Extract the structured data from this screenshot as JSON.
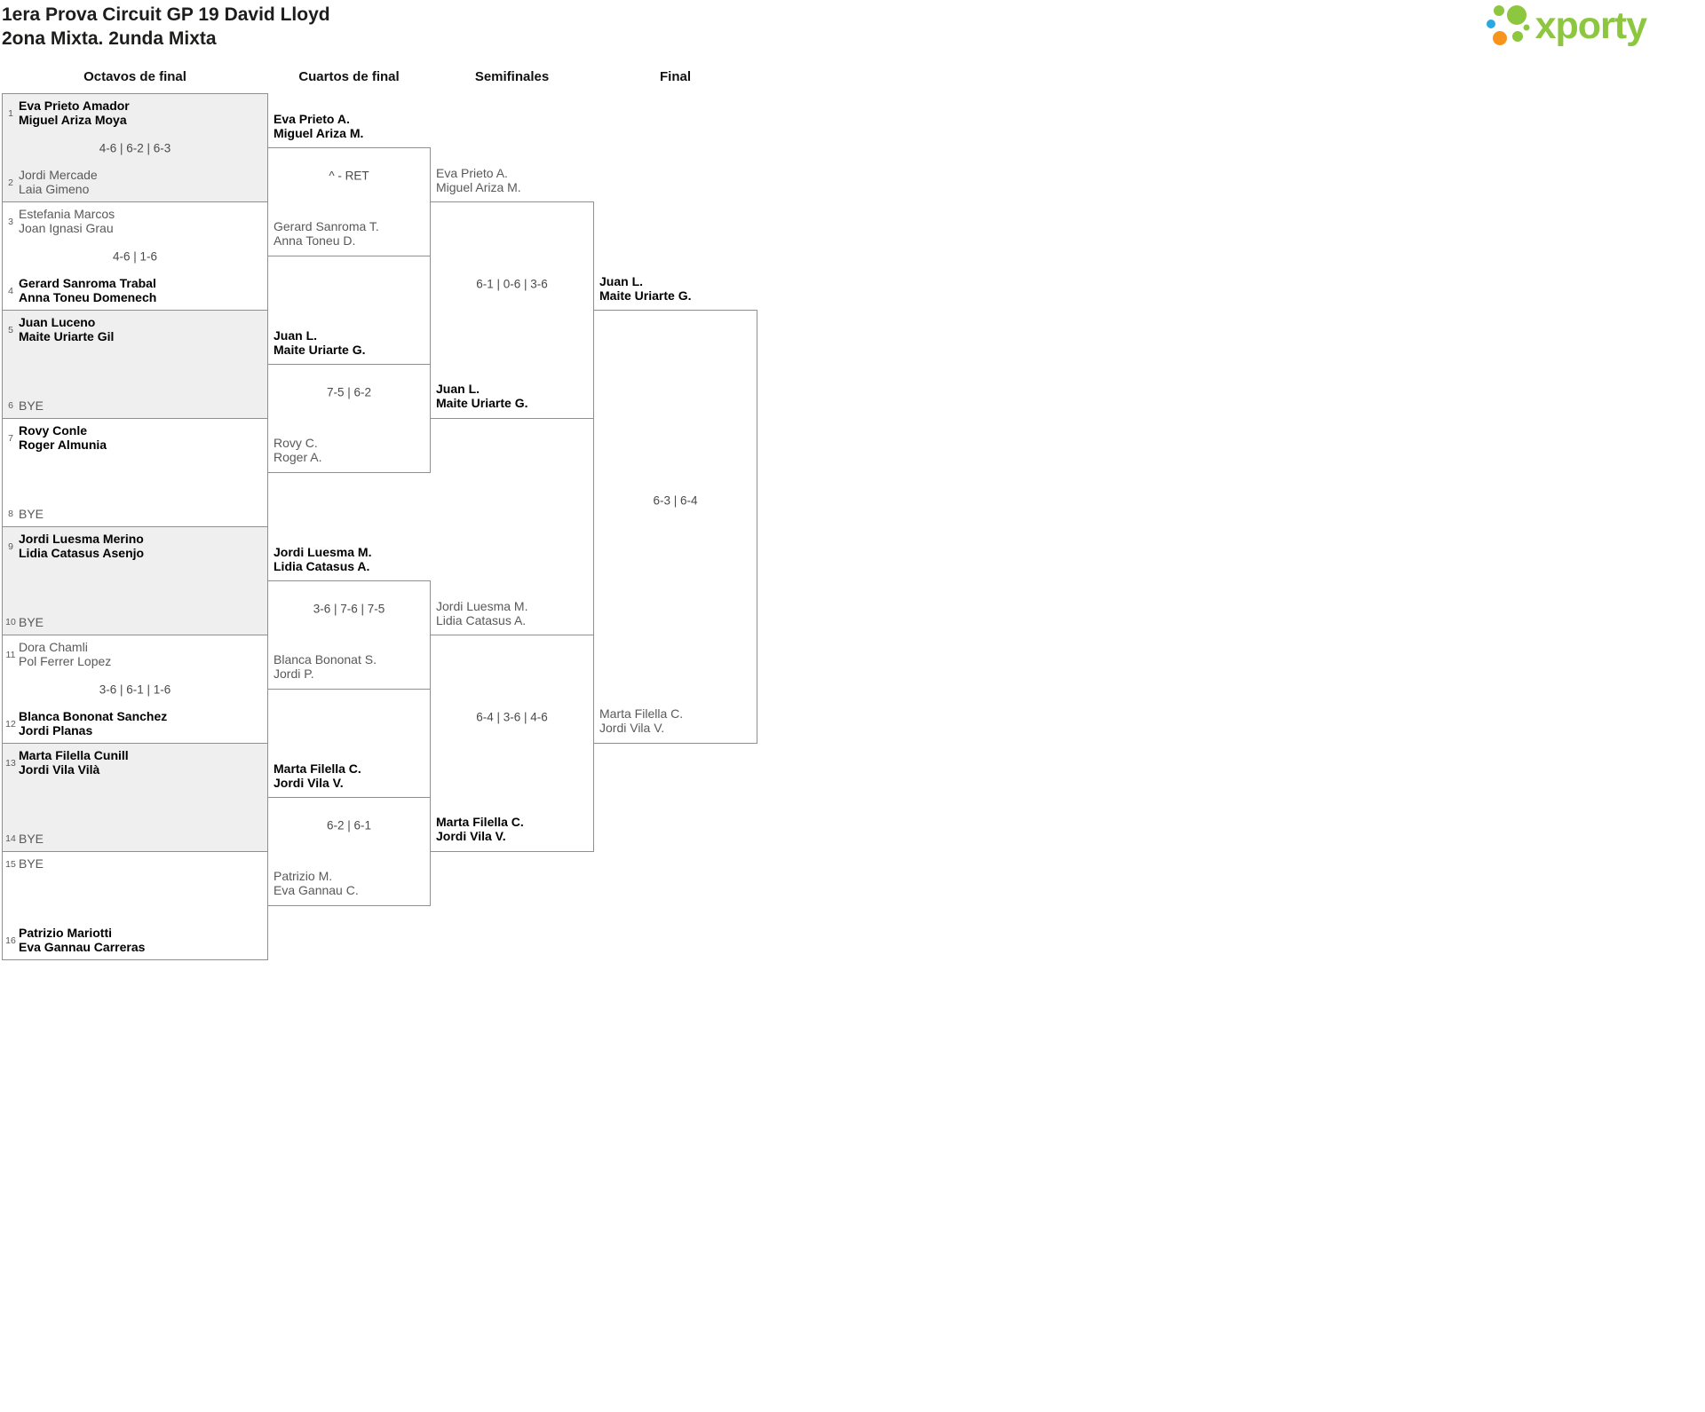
{
  "header": {
    "title_line1": "1era Prova Circuit GP 19 David Lloyd",
    "title_line2": "2ona Mixta. 2unda Mixta",
    "logo_text": "xporty"
  },
  "round_headers": [
    "Octavos de final",
    "Cuartos de final",
    "Semifinales",
    "Final"
  ],
  "colors": {
    "shaded_row": "#efefef",
    "border": "#8f8f8f",
    "winner_text": "#000000",
    "normal_text": "#58595b",
    "logo_green": "#8dc63f",
    "logo_orange": "#f7941e",
    "logo_blue": "#27aae1"
  },
  "rounds": {
    "octavos": [
      {
        "shaded": true,
        "a": {
          "seed": "1",
          "lines": [
            "Eva Prieto Amador",
            "Miguel Ariza Moya"
          ],
          "winner": true
        },
        "score": "4-6 | 6-2 | 6-3",
        "b": {
          "seed": "2",
          "lines": [
            "Jordi Mercade",
            "Laia Gimeno"
          ],
          "winner": false
        }
      },
      {
        "shaded": false,
        "a": {
          "seed": "3",
          "lines": [
            "Estefania Marcos",
            "Joan Ignasi Grau"
          ],
          "winner": false
        },
        "score": "4-6 | 1-6",
        "b": {
          "seed": "4",
          "lines": [
            "Gerard Sanroma Trabal",
            "Anna Toneu Domenech"
          ],
          "winner": true
        }
      },
      {
        "shaded": true,
        "a": {
          "seed": "5",
          "lines": [
            "Juan Luceno",
            "Maite Uriarte Gil"
          ],
          "winner": true
        },
        "score": "",
        "b": {
          "seed": "6",
          "lines": [
            "BYE"
          ],
          "winner": false
        }
      },
      {
        "shaded": false,
        "a": {
          "seed": "7",
          "lines": [
            "Rovy Conle",
            "Roger Almunia"
          ],
          "winner": true
        },
        "score": "",
        "b": {
          "seed": "8",
          "lines": [
            "BYE"
          ],
          "winner": false
        }
      },
      {
        "shaded": true,
        "a": {
          "seed": "9",
          "lines": [
            "Jordi Luesma Merino",
            "Lidia Catasus Asenjo"
          ],
          "winner": true
        },
        "score": "",
        "b": {
          "seed": "10",
          "lines": [
            "BYE"
          ],
          "winner": false
        }
      },
      {
        "shaded": false,
        "a": {
          "seed": "11",
          "lines": [
            "Dora Chamli",
            "Pol Ferrer Lopez"
          ],
          "winner": false
        },
        "score": "3-6 | 6-1 | 1-6",
        "b": {
          "seed": "12",
          "lines": [
            "Blanca Bononat Sanchez",
            "Jordi Planas"
          ],
          "winner": true
        }
      },
      {
        "shaded": true,
        "a": {
          "seed": "13",
          "lines": [
            "Marta Filella Cunill",
            "Jordi Vila Vilà"
          ],
          "winner": true
        },
        "score": "",
        "b": {
          "seed": "14",
          "lines": [
            "BYE"
          ],
          "winner": false
        }
      },
      {
        "shaded": false,
        "a": {
          "seed": "15",
          "lines": [
            "BYE"
          ],
          "winner": false
        },
        "score": "",
        "b": {
          "seed": "16",
          "lines": [
            "Patrizio Mariotti",
            "Eva Gannau Carreras"
          ],
          "winner": true
        }
      }
    ],
    "cuartos": [
      {
        "a": {
          "lines": [
            "Eva Prieto A.",
            "Miguel Ariza M."
          ],
          "winner": true
        },
        "score": "^ - RET",
        "b": {
          "lines": [
            "Gerard Sanroma T.",
            "Anna Toneu D."
          ],
          "winner": false
        }
      },
      {
        "a": {
          "lines": [
            "Juan L.",
            "Maite Uriarte G."
          ],
          "winner": true
        },
        "score": "7-5 | 6-2",
        "b": {
          "lines": [
            "Rovy C.",
            "Roger A."
          ],
          "winner": false
        }
      },
      {
        "a": {
          "lines": [
            "Jordi Luesma M.",
            "Lidia Catasus A."
          ],
          "winner": true
        },
        "score": "3-6 | 7-6 | 7-5",
        "b": {
          "lines": [
            "Blanca Bononat S.",
            "Jordi P."
          ],
          "winner": false
        }
      },
      {
        "a": {
          "lines": [
            "Marta Filella C.",
            "Jordi Vila V."
          ],
          "winner": true
        },
        "score": "6-2 | 6-1",
        "b": {
          "lines": [
            "Patrizio M.",
            "Eva Gannau C."
          ],
          "winner": false
        }
      }
    ],
    "semifinales": [
      {
        "a": {
          "lines": [
            "Eva Prieto A.",
            "Miguel Ariza M."
          ],
          "winner": false
        },
        "score": "6-1 | 0-6 | 3-6",
        "b": {
          "lines": [
            "Juan L.",
            "Maite Uriarte G."
          ],
          "winner": true
        }
      },
      {
        "a": {
          "lines": [
            "Jordi Luesma M.",
            "Lidia Catasus A."
          ],
          "winner": false
        },
        "score": "6-4 | 3-6 | 4-6",
        "b": {
          "lines": [
            "Marta Filella C.",
            "Jordi Vila V."
          ],
          "winner": true
        }
      }
    ],
    "final": [
      {
        "a": {
          "lines": [
            "Juan L.",
            "Maite Uriarte G."
          ],
          "winner": true
        },
        "score": "6-3 | 6-4",
        "b": {
          "lines": [
            "Marta Filella C.",
            "Jordi Vila V."
          ],
          "winner": false
        }
      }
    ]
  }
}
